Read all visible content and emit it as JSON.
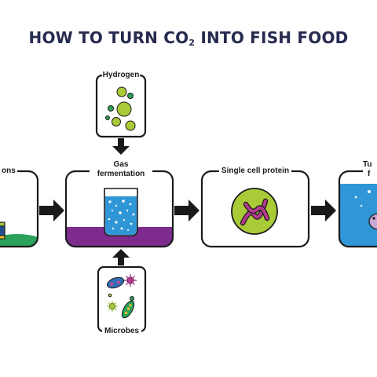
{
  "title": {
    "main": "HOW TO TURN CO",
    "subscript": "2",
    "rest": " INTO FISH FOOD"
  },
  "steps": {
    "emissions": "ons",
    "gas_fermentation_line1": "Gas",
    "gas_fermentation_line2": "fermentation",
    "single_cell_protein": "Single cell protein",
    "fish_food_partial_line1": "Tu",
    "fish_food_partial_line2": "f"
  },
  "inputs": {
    "hydrogen": "Hydrogen",
    "microbes": "Microbes"
  },
  "colors": {
    "title": "#262b4f",
    "outline": "#1a1a1a",
    "purple": "#7d2c8e",
    "water": "#2f97d8",
    "lime": "#aacb38",
    "magenta": "#b33b8e",
    "green_ground": "#2aa05a"
  }
}
